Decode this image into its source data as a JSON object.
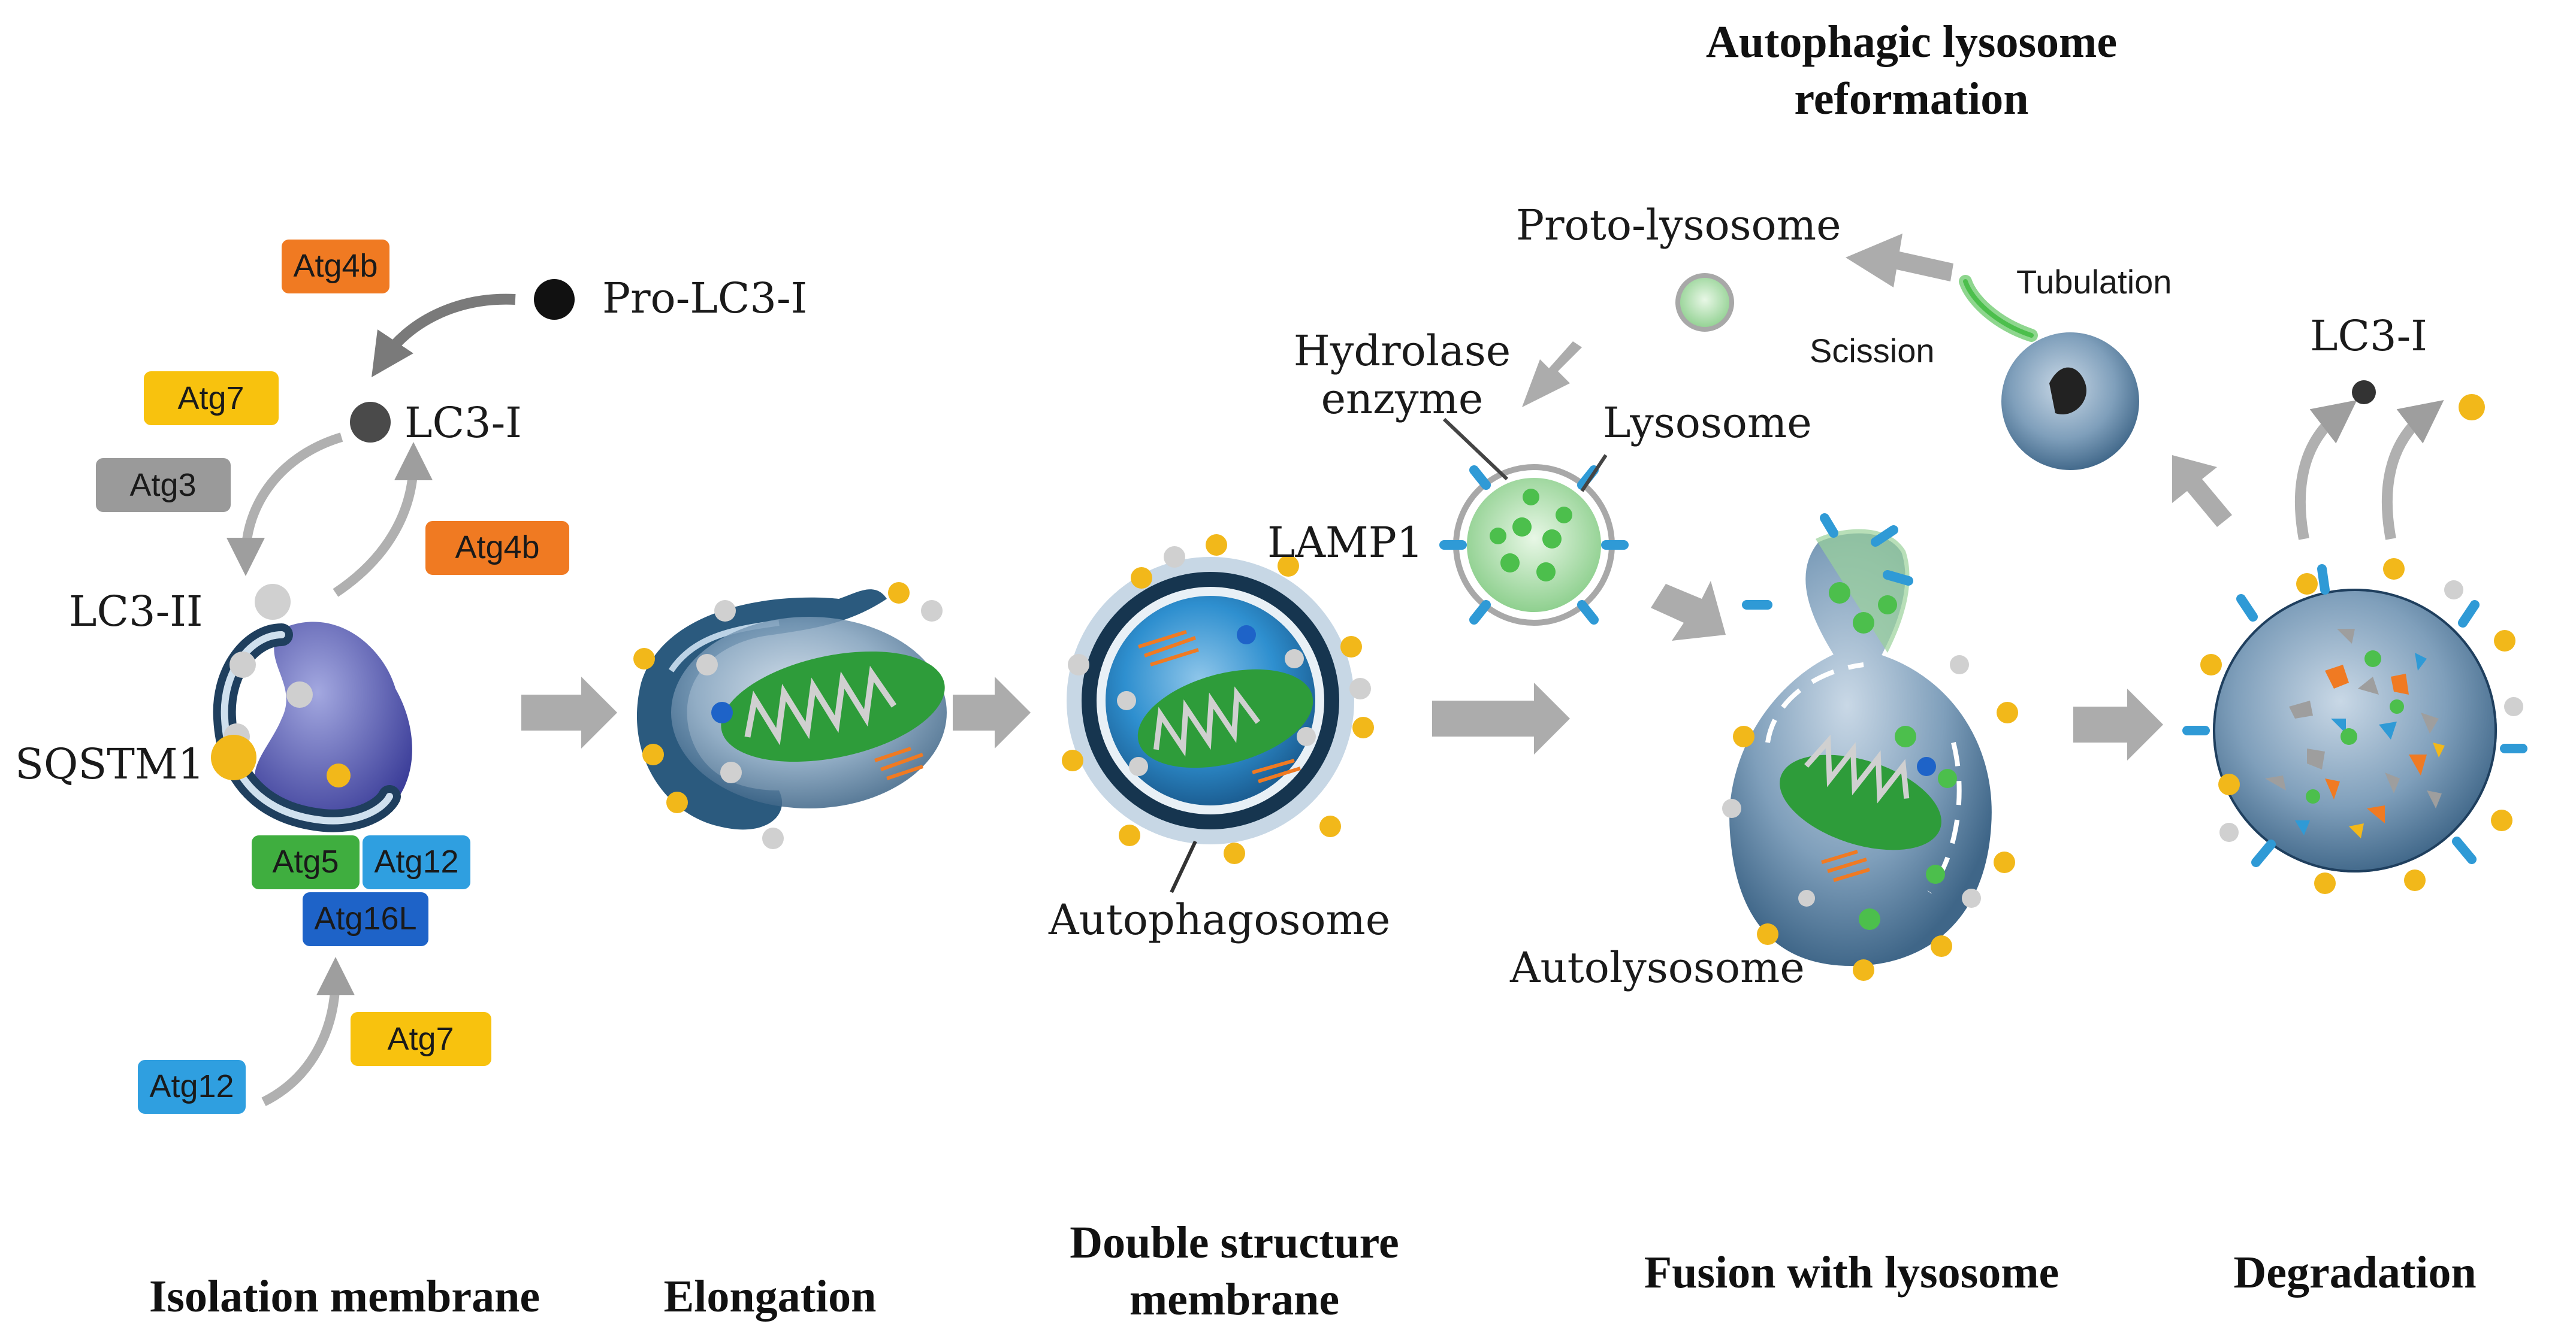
{
  "diagram": {
    "stage_titles": {
      "isolation": "Isolation membrane",
      "elongation": "Elongation",
      "double_line1": "Double structure",
      "double_line2": "membrane",
      "fusion": "Fusion with lysosome",
      "degradation": "Degradation",
      "alr_line1": "Autophagic lysosome",
      "alr_line2": "reformation"
    },
    "labels": {
      "pro_lc3_i": "Pro-LC3-I",
      "lc3_i": "LC3-I",
      "lc3_ii": "LC3-II",
      "sqstm1": "SQSTM1",
      "autophagosome": "Autophagosome",
      "lamp1": "LAMP1",
      "hydrolase_line1": "Hydrolase",
      "hydrolase_line2": "enzyme",
      "lysosome": "Lysosome",
      "proto_lysosome": "Proto-lysosome",
      "scission": "Scission",
      "tubulation": "Tubulation",
      "autolysosome": "Autolysosome",
      "lc3_i_released": "LC3-I"
    },
    "chips": {
      "atg4b_top": "Atg4b",
      "atg7_top": "Atg7",
      "atg3": "Atg3",
      "atg4b_mid": "Atg4b",
      "atg5": "Atg5",
      "atg12_complex": "Atg12",
      "atg16l": "Atg16L",
      "atg7_bottom": "Atg7",
      "atg12_free": "Atg12"
    },
    "colors": {
      "atg4b": "#f07a22",
      "atg7": "#f8c20e",
      "atg3": "#9a9a9a",
      "atg5": "#3fae3f",
      "atg12": "#2f9fe0",
      "atg16l": "#1e63c8",
      "sqstm1_dot": "#f2b81a",
      "lc3_dot": "#cfcfcf",
      "lamp1": "#2f9ad6",
      "hydrolase": "#4cbf4c",
      "membrane": "#24506f",
      "lumen": "#7a9ab5",
      "mito": "#2e9c3a",
      "arrow": "#9e9e9e"
    }
  }
}
